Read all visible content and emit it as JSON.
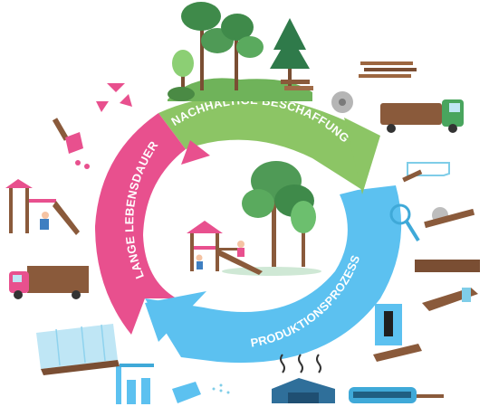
{
  "cycle": {
    "segments": [
      {
        "label": "NACHHALTIGE BESCHAFFUNG",
        "color": "#8cc565"
      },
      {
        "label": "PRODUKTIONSPROZESS",
        "color": "#5cc1f0"
      },
      {
        "label": "LANGE LEBENSDAUER",
        "color": "#e8508e"
      }
    ]
  },
  "icons": [
    "forest-icon",
    "log-pile-icon",
    "saw-blade-icon",
    "timber-truck-icon",
    "recycle-icon",
    "paint-brush-icon",
    "playground-icon",
    "delivery-truck-icon",
    "wrapped-pallet-icon",
    "lumber-icon",
    "magnifier-icon",
    "circular-saw-icon",
    "wood-plank-icon",
    "beam-icon",
    "press-machine-icon",
    "factory-icon",
    "conveyor-icon",
    "spray-gun-icon",
    "tank-icon"
  ]
}
